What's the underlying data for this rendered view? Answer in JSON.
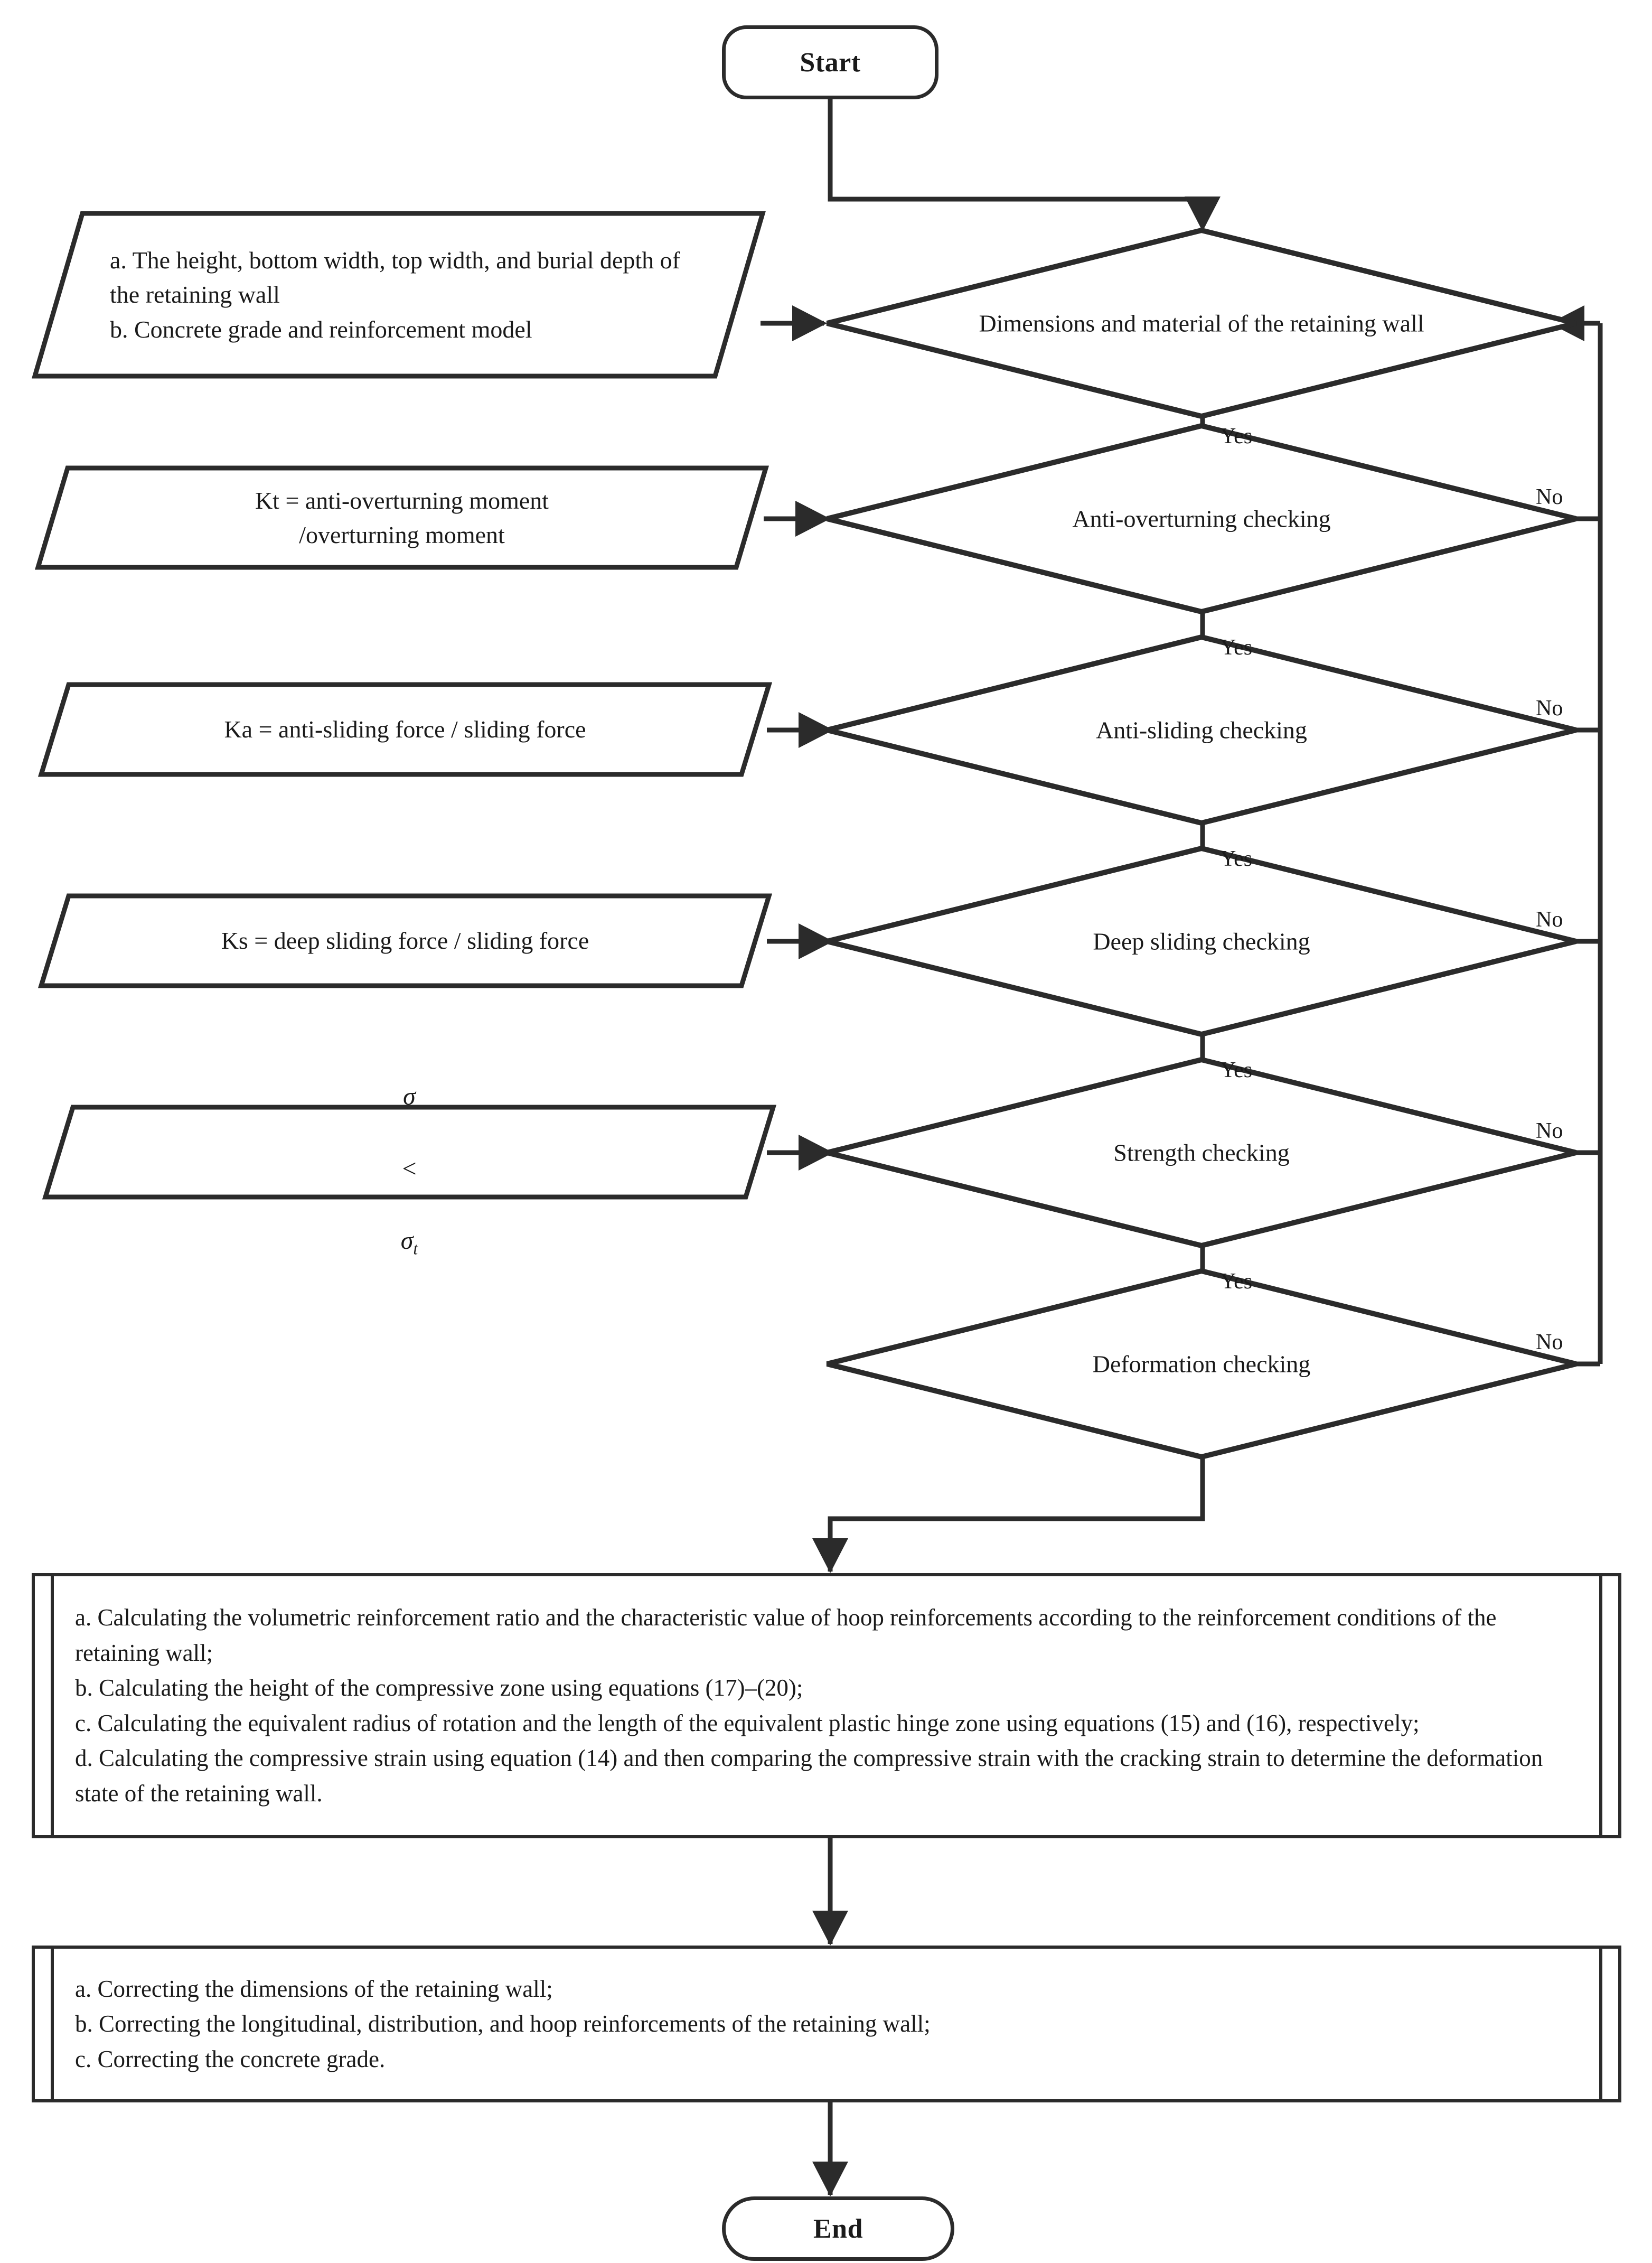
{
  "diagram": {
    "title": "Retaining wall design and checking flowchart",
    "type": "flowchart",
    "stroke_color": "#2b2b2b",
    "background_color": "#ffffff"
  },
  "terminators": {
    "start": "Start",
    "end": "End"
  },
  "inputs": [
    {
      "id": "input-dimensions",
      "text": "a. The height, bottom width, top width, and burial depth of the retaining wall\nb. Concrete grade and reinforcement model"
    },
    {
      "id": "input-kt",
      "text": "Kt = anti-overturning moment\n/overturning moment"
    },
    {
      "id": "input-ka",
      "text": "Ka = anti-sliding force / sliding force"
    },
    {
      "id": "input-ks",
      "text": "Ks = deep sliding force / sliding force"
    },
    {
      "id": "input-stress",
      "sigma_left": "σ",
      "operator": "<",
      "sigma_right": "σ",
      "sigma_right_sub": "t"
    }
  ],
  "decisions": [
    {
      "id": "decision-dimensions",
      "label": "Dimensions and material of the retaining wall",
      "yes": "Yes",
      "no": ""
    },
    {
      "id": "decision-anti-overturning",
      "label": "Anti-overturning checking",
      "yes": "Yes",
      "no": "No"
    },
    {
      "id": "decision-anti-sliding",
      "label": "Anti-sliding checking",
      "yes": "Yes",
      "no": "No"
    },
    {
      "id": "decision-deep-sliding",
      "label": "Deep sliding checking",
      "yes": "Yes",
      "no": "No"
    },
    {
      "id": "decision-strength",
      "label": "Strength checking",
      "yes": "Yes",
      "no": "No"
    },
    {
      "id": "decision-deformation",
      "label": "Deformation checking",
      "yes": "",
      "no": "No"
    }
  ],
  "processes": [
    {
      "id": "process-calculations",
      "text": "a. Calculating the volumetric reinforcement ratio and the characteristic value of hoop reinforcements according to the reinforcement   conditions of the retaining wall;\nb. Calculating the height of the compressive zone using equations (17)–(20);\nc. Calculating the equivalent radius of rotation and the length of the equivalent plastic hinge zone using equations (15) and (16),   respectively;\nd. Calculating the compressive strain using equation (14) and then comparing the compressive strain with the cracking strain to   determine the deformation state of the retaining wall."
    },
    {
      "id": "process-corrections",
      "text": "a. Correcting the dimensions of the retaining wall;\nb. Correcting the longitudinal, distribution, and hoop reinforcements of the retaining wall;\nc. Correcting the concrete grade."
    }
  ],
  "edge_labels": {
    "yes": "Yes",
    "no": "No"
  }
}
